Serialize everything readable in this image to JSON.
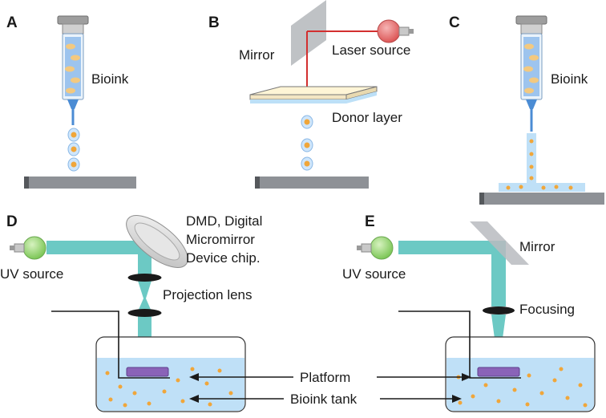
{
  "panels": {
    "a": {
      "letter": "A",
      "bioink_label": "Bioink"
    },
    "b": {
      "letter": "B",
      "mirror_label": "Mirror",
      "laser_label": "Laser source",
      "donor_label": "Donor layer"
    },
    "c": {
      "letter": "C",
      "bioink_label": "Bioink"
    },
    "d": {
      "letter": "D",
      "dmd_line1": "DMD, Digital",
      "dmd_line2": "Micromirror",
      "dmd_line3": "Device chip.",
      "uv_label": "UV source",
      "lens_label": "Projection lens"
    },
    "e": {
      "letter": "E",
      "mirror_label": "Mirror",
      "uv_label": "UV source",
      "focusing_label": "Focusing"
    }
  },
  "shared": {
    "platform_label": "Platform",
    "tank_label": "Bioink tank"
  },
  "colors": {
    "beam": "#6cc9c4",
    "tank_fill": "#bfe0f7",
    "droplet": "#f0a63a",
    "platform": "#8a63b8",
    "syringe_ink": "#8bb8ea",
    "bulb_green": "#8fd16a",
    "bulb_red": "#e86a6a",
    "laser_line": "#d32f2f"
  }
}
